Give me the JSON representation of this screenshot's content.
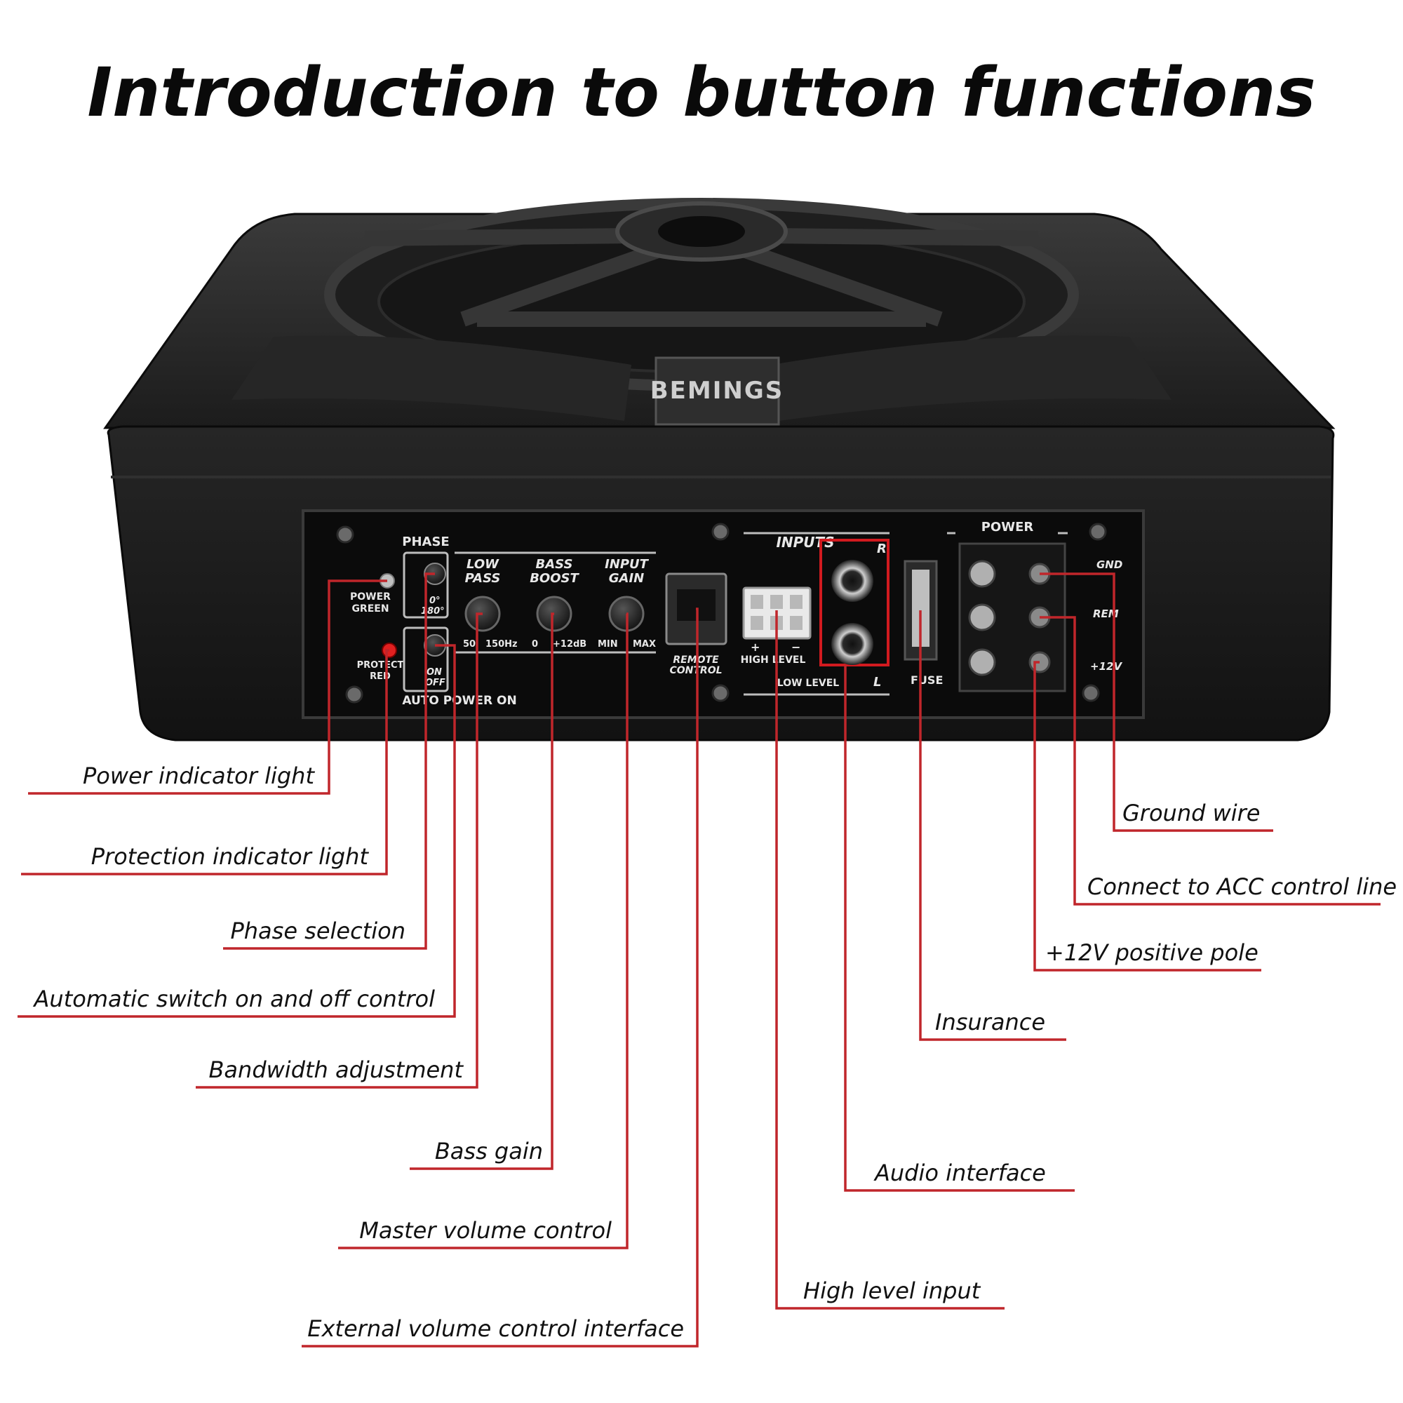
{
  "title": "Introduction to button functions",
  "brand": "BEMINGS",
  "panel": {
    "phase": "PHASE",
    "phase_0": "0°",
    "phase_180": "180°",
    "power_green": [
      "POWER",
      "GREEN"
    ],
    "protect_red": [
      "PROTECT",
      "RED"
    ],
    "on": "ON",
    "off": "OFF",
    "auto_power_on": "AUTO POWER ON",
    "low_pass": [
      "LOW",
      "PASS"
    ],
    "bass_boost": [
      "BASS",
      "BOOST"
    ],
    "input_gain": [
      "INPUT",
      "GAIN"
    ],
    "lp_min": "50",
    "lp_max": "150Hz",
    "bb_min": "0",
    "bb_max": "+12dB",
    "gain_min": "MIN",
    "gain_max": "MAX",
    "remote_control": [
      "REMOTE",
      "CONTROL"
    ],
    "inputs": "INPUTS",
    "r": "R",
    "l": "L",
    "plus": "+",
    "minus": "−",
    "high_level": "HIGH LEVEL",
    "low_level": "LOW LEVEL",
    "fuse": "FUSE",
    "power": "POWER",
    "gnd": "GND",
    "rem": "REM",
    "v12": "+12V"
  },
  "callouts_left": [
    "Power indicator light",
    "Protection indicator light",
    "Phase selection",
    "Automatic switch on and off control",
    "Bandwidth adjustment",
    "Bass gain",
    "Master volume control",
    "External volume control interface"
  ],
  "callouts_right": [
    "Ground wire",
    "Connect to ACC control line",
    "+12V positive pole",
    "Insurance",
    "Audio interface",
    "High level input"
  ],
  "colors": {
    "leader_line": "#c0262b",
    "highlight_box": "#d11a1f",
    "device_body": "#1a1a1a",
    "panel": "#0d0d0d"
  }
}
